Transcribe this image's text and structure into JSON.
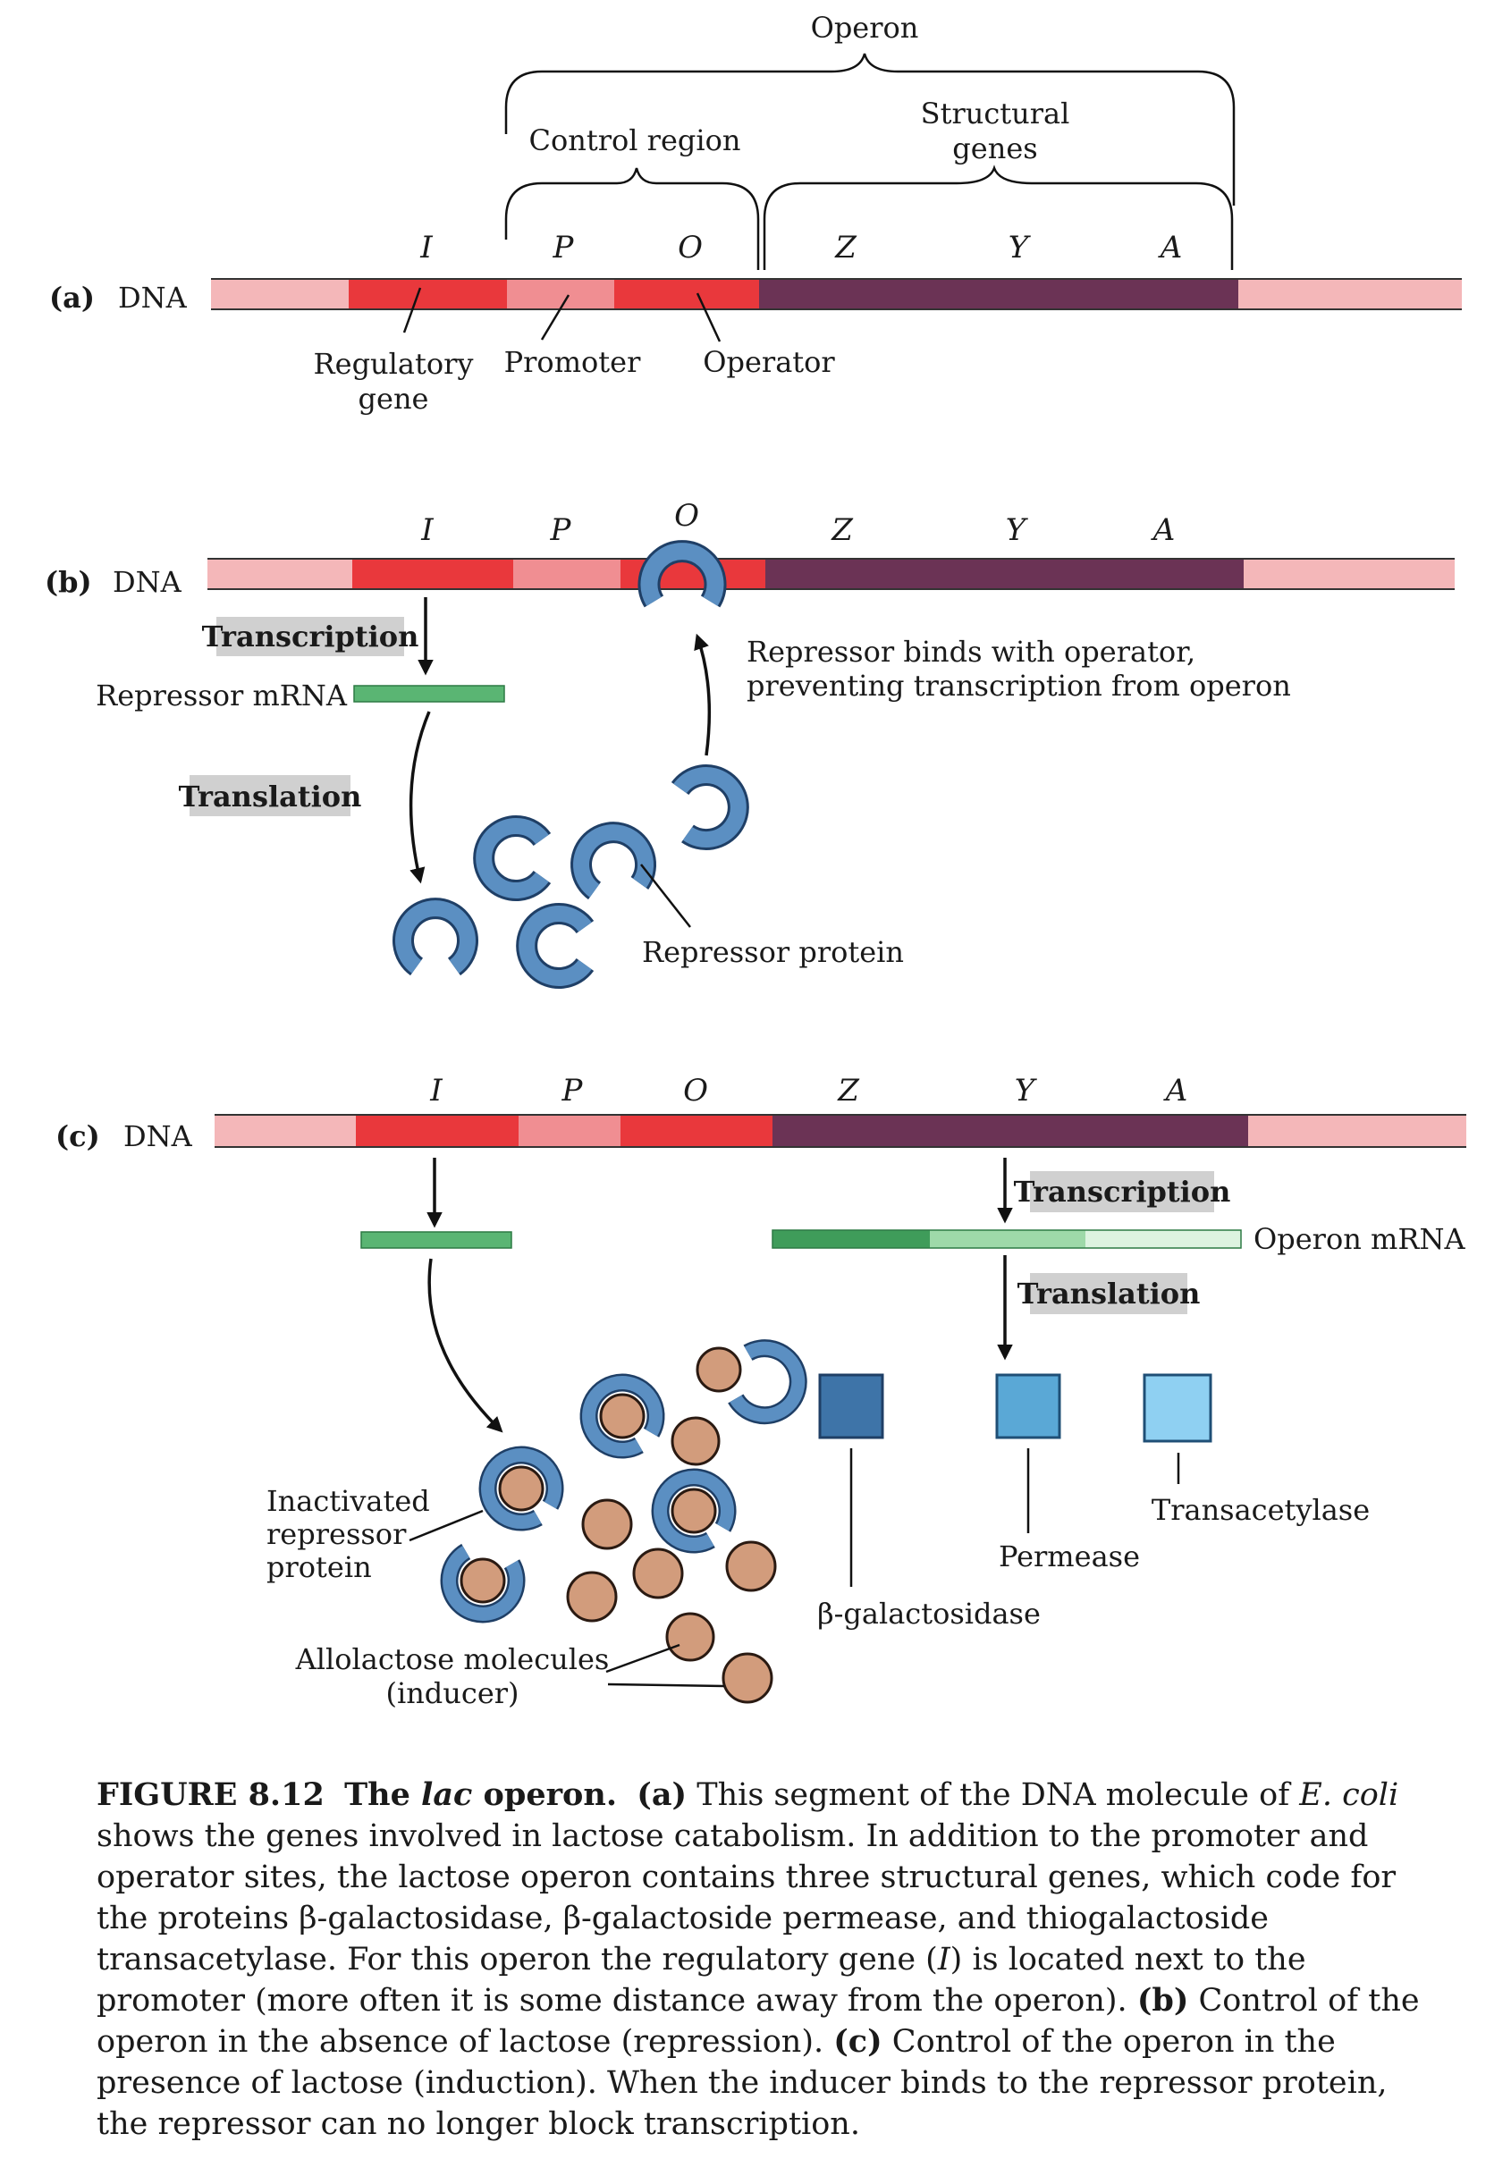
{
  "a": {
    "panel": "(a)",
    "dna": "DNA",
    "operon": "Operon",
    "control_region": "Control region",
    "structural_1": "Structural",
    "structural_2": "genes",
    "genes": [
      "I",
      "P",
      "O",
      "Z",
      "Y",
      "A"
    ],
    "regulatory_1": "Regulatory",
    "regulatory_2": "gene",
    "promoter": "Promoter",
    "operator": "Operator"
  },
  "b": {
    "panel": "(b)",
    "dna": "DNA",
    "genes": [
      "I",
      "P",
      "O",
      "Z",
      "Y",
      "A"
    ],
    "transcription": "Transcription",
    "repressor_mrna": "Repressor mRNA",
    "translation": "Translation",
    "binds_1": "Repressor binds with operator,",
    "binds_2": "preventing transcription from operon",
    "repressor_protein": "Repressor protein"
  },
  "c": {
    "panel": "(c)",
    "dna": "DNA",
    "genes": [
      "I",
      "P",
      "O",
      "Z",
      "Y",
      "A"
    ],
    "transcription": "Transcription",
    "operon_mrna": "Operon mRNA",
    "translation": "Translation",
    "inactivated_1": "Inactivated",
    "inactivated_2": "repressor",
    "inactivated_3": "protein",
    "allolactose_1": "Allolactose molecules",
    "allolactose_2": "(inducer)",
    "beta_gal": "β-galactosidase",
    "permease": "Permease",
    "transacetylase": "Transacetylase"
  },
  "caption": {
    "fig_num": "FIGURE 8.12",
    "title_pre": "The ",
    "title_it": "lac",
    "title_post": " operon.",
    "a_label": "(a)",
    "a_text1": " This segment of the DNA molecule of ",
    "a_it": "E. coli",
    "a_text2": " shows the genes involved in lactose catabolism. In addition to the promoter and operator sites, the lactose operon contains three structural genes, which code for the proteins β-galactosidase, β-galactoside permease, and thiogalactoside transacetylase. For this operon the regulatory gene (",
    "a_it2": "I",
    "a_text3": ") is located next to the promoter (more often it is some distance away from the operon). ",
    "b_label": "(b)",
    "b_text": " Control of the operon in the absence of lactose (repression). ",
    "c_label": "(c)",
    "c_text": " Control of the operon in the presence of lactose (induction). When the inducer binds to the repressor protein, the repressor can no longer block transcription."
  }
}
